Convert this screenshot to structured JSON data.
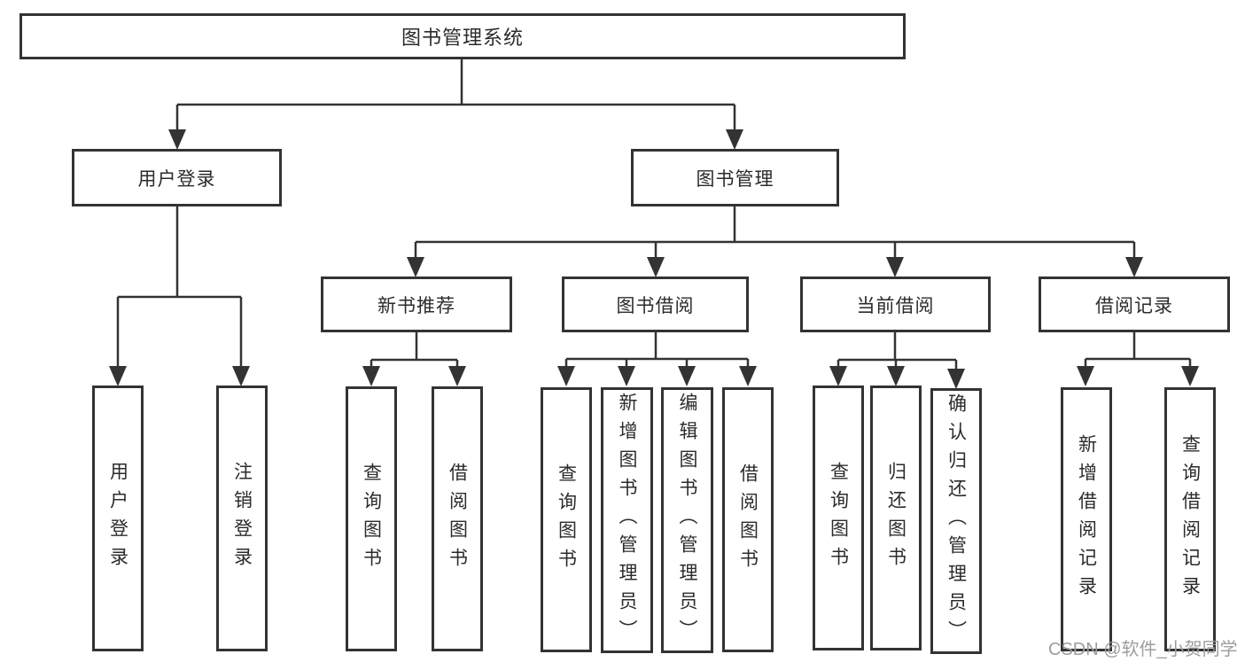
{
  "diagram": {
    "root": {
      "label": "图书管理系统"
    },
    "branches": [
      {
        "label": "用户登录",
        "leaves": [
          "用户登录",
          "注销登录"
        ]
      },
      {
        "label": "图书管理",
        "children": [
          {
            "label": "新书推荐",
            "leaves": [
              "查询图书",
              "借阅图书"
            ]
          },
          {
            "label": "图书借阅",
            "leaves": [
              "查询图书",
              "新增图书（管理员）",
              "编辑图书（管理员）",
              "借阅图书"
            ]
          },
          {
            "label": "当前借阅",
            "leaves": [
              "查询图书",
              "归还图书",
              "确认归还（管理员）"
            ]
          },
          {
            "label": "借阅记录",
            "leaves": [
              "新增借阅记录",
              "查询借阅记录"
            ]
          }
        ]
      }
    ],
    "colors": {
      "line": "#333333",
      "border": "#333333",
      "text": "#2b2b2b",
      "background": "#ffffff"
    }
  },
  "watermark": {
    "text": "CSDN @软件_小贺同学",
    "color": "#9d9d9d"
  }
}
